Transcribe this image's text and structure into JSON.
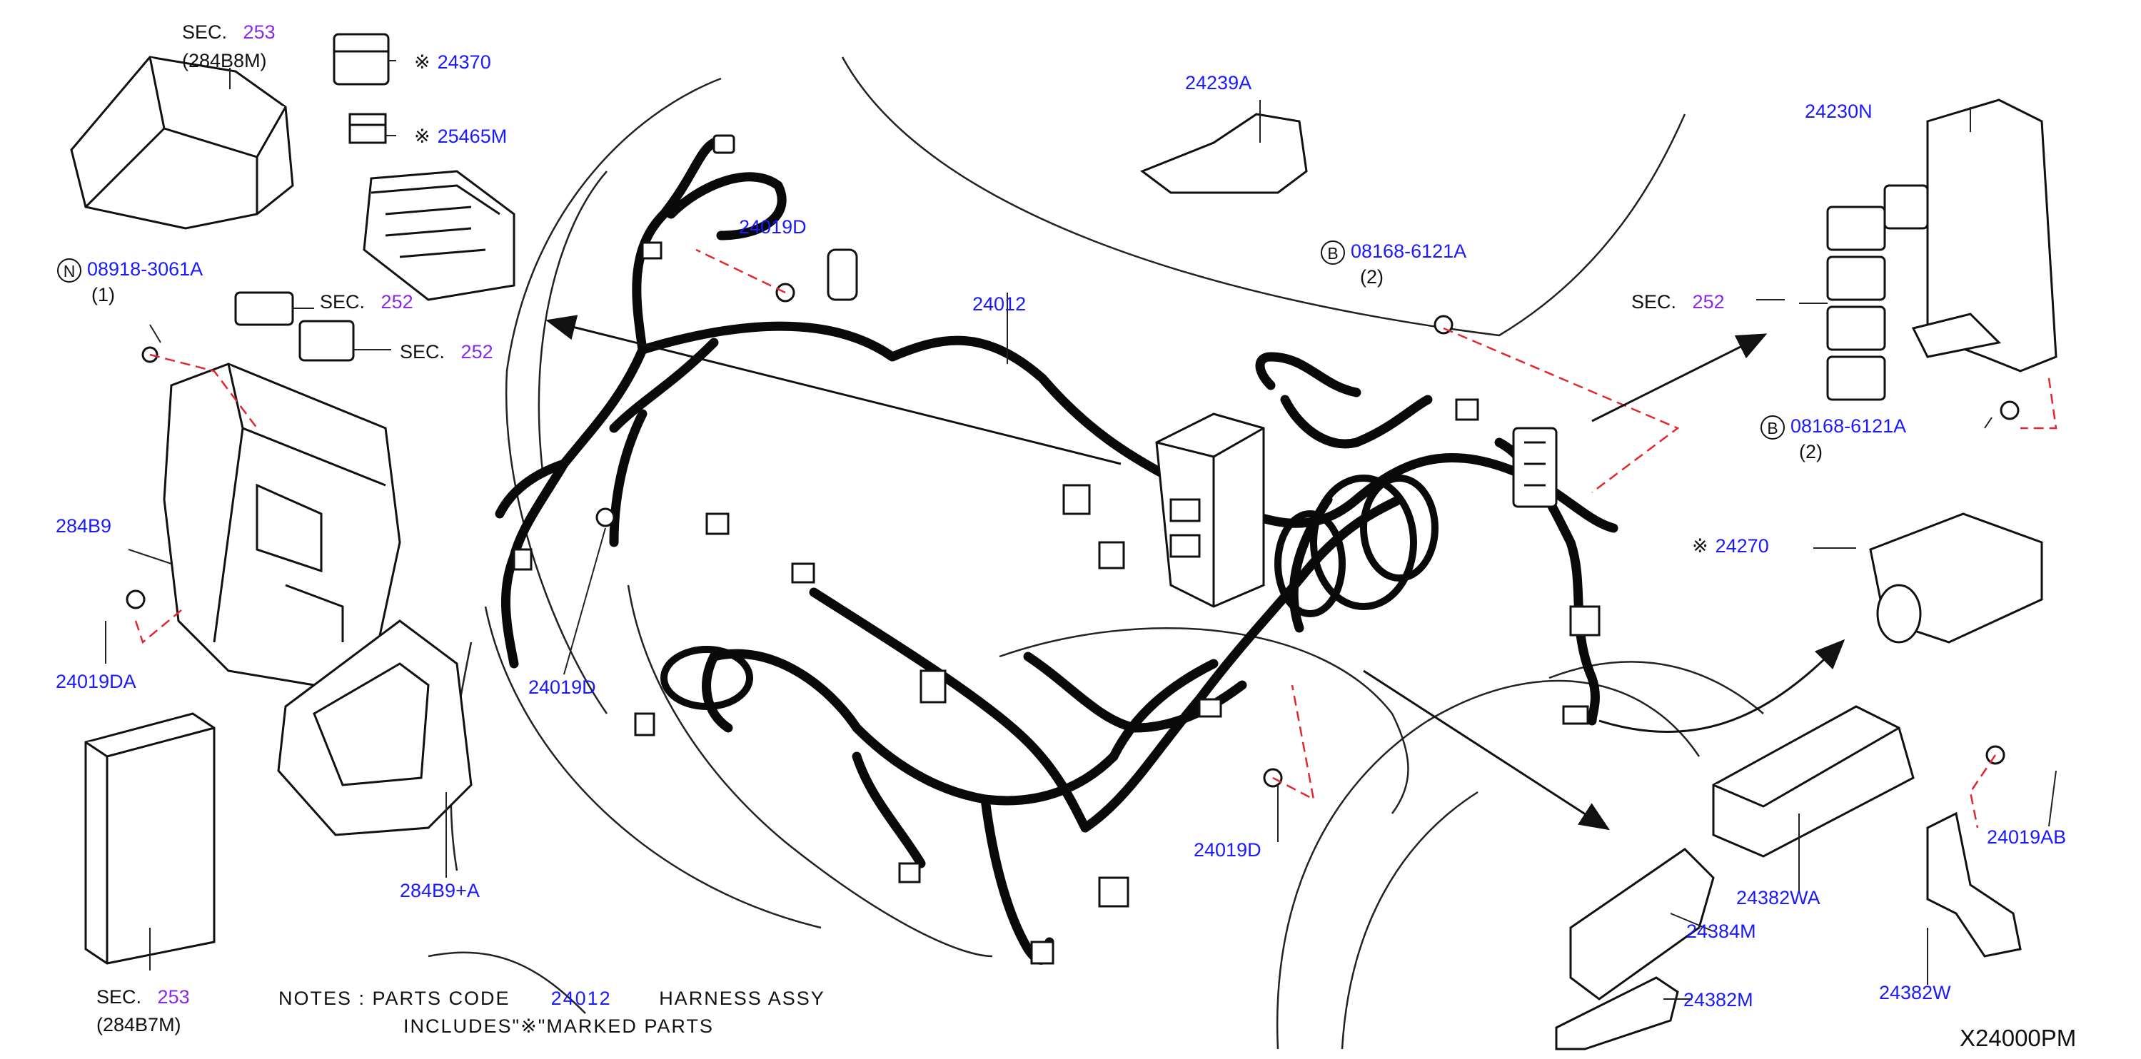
{
  "parts": {
    "p24370": "24370",
    "p25465M": "25465M",
    "p24019D_top": "24019D",
    "p24012": "24012",
    "p24239A": "24239A",
    "p24230N": "24230N",
    "p08168_top": "08168-6121A",
    "p08168_top_qty": "(2)",
    "p08168_bot": "08168-6121A",
    "p08168_bot_qty": "(2)",
    "p08918": "08918-3061A",
    "p08918_qty": "(1)",
    "p284B9": "284B9",
    "p24019DA": "24019DA",
    "p24019D_mid": "24019D",
    "p24270": "24270",
    "p24019D_bot": "24019D",
    "p284B9A": "284B9+A",
    "p24382WA": "24382WA",
    "p24019AB": "24019AB",
    "p24384M": "24384M",
    "p24382M": "24382M",
    "p24382W": "24382W"
  },
  "sections": {
    "sec_word": "SEC.",
    "s253_top": "253",
    "s253_top_code": "(284B8M)",
    "s252_a": "252",
    "s252_b": "252",
    "s252_c": "252",
    "s253_bot": "253",
    "s253_bot_code": "(284B7M)"
  },
  "marks": {
    "asterisk": "※",
    "n_circle": "N",
    "b_circle": "B"
  },
  "notes": {
    "line1_prefix": "NOTES  :  PARTS   CODE",
    "line1_code": "24012",
    "line1_suffix": "HARNESS   ASSY",
    "line2": "INCLUDES\"※\"MARKED   PARTS"
  },
  "reference": "X24000PM",
  "colors": {
    "part_number": "#1a1aff",
    "section_number": "#8a2be2",
    "leader_dash": "#e0282e",
    "linework": "#111111"
  }
}
